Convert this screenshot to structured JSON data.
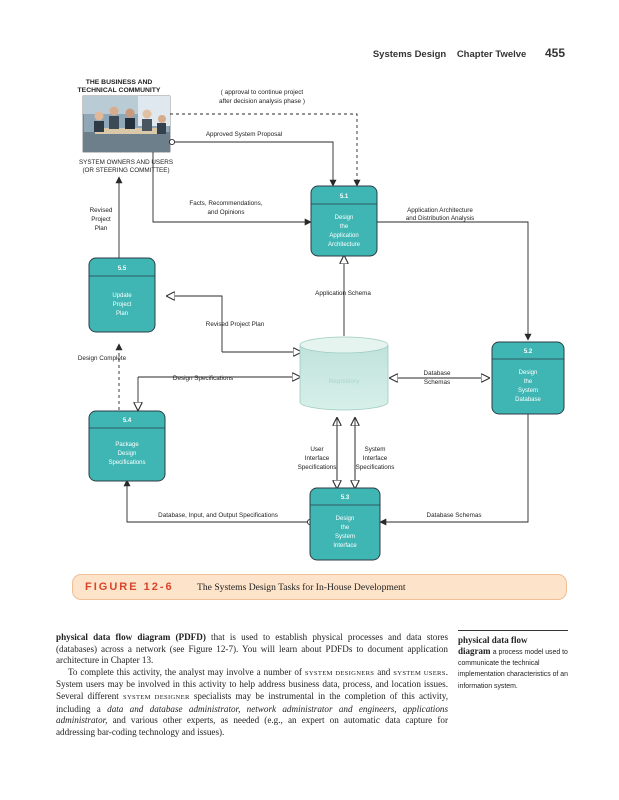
{
  "header": {
    "running_title": "Systems Design",
    "chapter": "Chapter Twelve",
    "page_number": "455"
  },
  "figure": {
    "community_title_1": "THE BUSINESS AND",
    "community_title_2": "TECHNICAL COMMUNITY",
    "community_note_1": "( approval to continue project",
    "community_note_2": "after decision analysis phase )",
    "owners_line_1": "SYSTEM OWNERS AND USERS",
    "owners_line_2": "(OR STEERING COMMITTEE)",
    "flows": {
      "approved_proposal": "Approved System Proposal",
      "facts_1": "Facts, Recommendations,",
      "facts_2": "and Opinions",
      "revised_plan_1": "Revised",
      "revised_plan_2": "Project",
      "revised_plan_3": "Plan",
      "app_arch_1": "Application Architecture",
      "app_arch_2": "and Distribution Analysis",
      "app_schema": "Application Schema",
      "revised_project_plan": "Revised Project Plan",
      "design_complete": "Design Complete",
      "design_specs": "Design Specifications",
      "db_schemas_1": "Database",
      "db_schemas_2": "Schemas",
      "user_iface_1": "User",
      "user_iface_2": "Interface",
      "user_iface_3": "Specifications",
      "sys_iface_1": "System",
      "sys_iface_2": "Interface",
      "sys_iface_3": "Specifications",
      "dbio_specs": "Database, Input, and Output Specifications",
      "db_schemas_bottom": "Database Schemas"
    },
    "processes": {
      "p51": {
        "id": "5.1",
        "l1": "Design",
        "l2": "the",
        "l3": "Application",
        "l4": "Architecture"
      },
      "p55": {
        "id": "5.5",
        "l1": "Update",
        "l2": "Project",
        "l3": "Plan"
      },
      "p52": {
        "id": "5.2",
        "l1": "Design",
        "l2": "the",
        "l3": "System",
        "l4": "Database"
      },
      "p54": {
        "id": "5.4",
        "l1": "Package",
        "l2": "Design",
        "l3": "Specifications"
      },
      "p53": {
        "id": "5.3",
        "l1": "Design",
        "l2": "the",
        "l3": "System",
        "l4": "Interface"
      }
    },
    "store_label": "Repository",
    "caption_label": "FIGURE 12-6",
    "caption_title": "The Systems Design Tasks for In-House Development"
  },
  "body": {
    "p1_term": "physical data flow diagram (PDFD)",
    "p1_rest": "that is used to establish physical processes and data stores (databases) across a network (see Figure 12-7). You will learn about PDFDs to document application architecture in Chapter 13.",
    "p2_a": "To complete this activity, the analyst may involve a number of",
    "p2_sc1": "system designers",
    "p2_b": "and",
    "p2_sc2": "system users",
    "p2_c": ". System users may be involved in this activity to help address business data, process, and location issues. Several different",
    "p2_sc3": "system designer",
    "p2_d": "specialists may be instrumental in the completion of this activity, including a",
    "p2_i1": "data and database administrator, network administrator and engineers, applications administrator,",
    "p2_e": "and various other experts, as needed (e.g., an expert on automatic data capture for addressing bar-coding technology and issues)."
  },
  "sidebar": {
    "term_1": "physical data flow",
    "term_2": "diagram",
    "definition": "a process model used to communicate the technical implementation characteristics of an information system."
  },
  "colors": {
    "process_fill": "#3fb6b4",
    "process_stroke": "#2b3c44",
    "store_fill": "#c9e6e0",
    "caption_fill": "#fde3c9",
    "caption_label": "#d8452b"
  }
}
